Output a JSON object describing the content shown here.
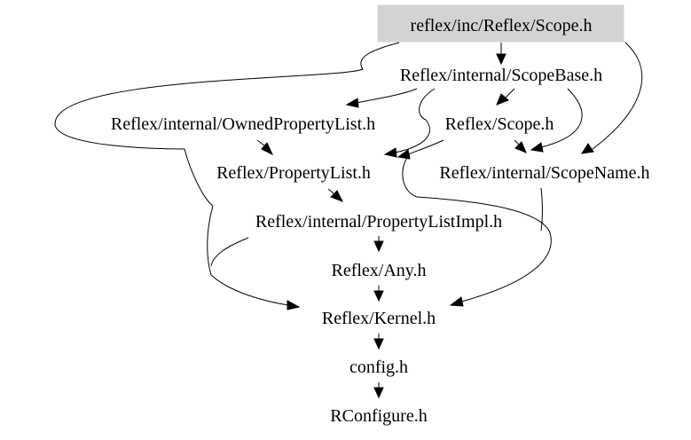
{
  "colors": {
    "root_fill": "#d3d3d3",
    "edge": "#000000",
    "text": "#000000",
    "background": "#ffffff"
  },
  "nodes": {
    "root": "reflex/inc/Reflex/Scope.h",
    "scope_base": "Reflex/internal/ScopeBase.h",
    "owned_property_list": "Reflex/internal/OwnedPropertyList.h",
    "scope": "Reflex/Scope.h",
    "property_list": "Reflex/PropertyList.h",
    "scope_name": "Reflex/internal/ScopeName.h",
    "property_list_impl": "Reflex/internal/PropertyListImpl.h",
    "any": "Reflex/Any.h",
    "kernel": "Reflex/Kernel.h",
    "config": "config.h",
    "rconfigure": "RConfigure.h"
  }
}
